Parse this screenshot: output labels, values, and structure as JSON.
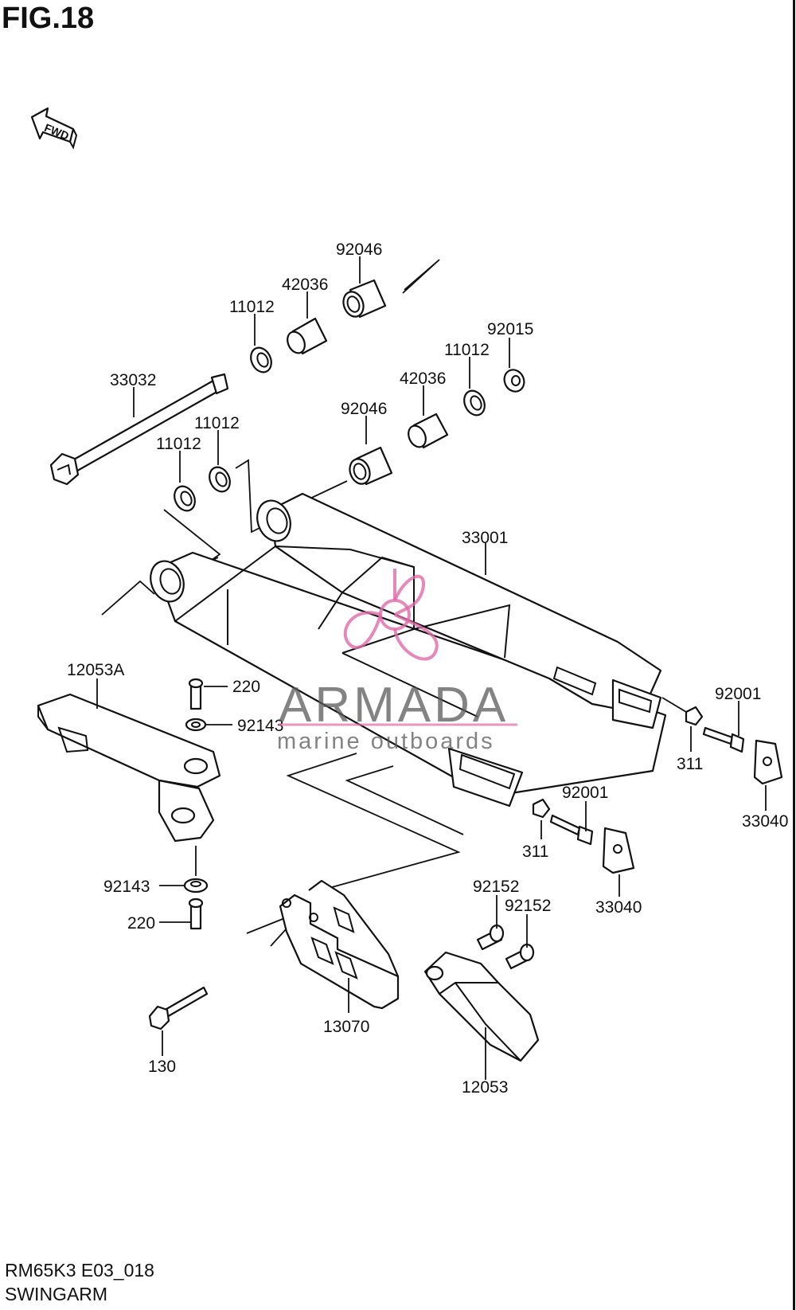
{
  "figure": {
    "title": "FIG.18",
    "code": "RM65K3 E03_018",
    "name": "SWINGARM",
    "fwd_label": "FWD"
  },
  "watermark": {
    "brand": "ARMADA",
    "tagline": "marine outboards",
    "color": "#e06aa8"
  },
  "parts": [
    {
      "id": "92046-top",
      "label": "92046"
    },
    {
      "id": "42036-top",
      "label": "42036"
    },
    {
      "id": "11012-top",
      "label": "11012"
    },
    {
      "id": "92015",
      "label": "92015"
    },
    {
      "id": "11012-mid",
      "label": "11012"
    },
    {
      "id": "42036-mid",
      "label": "42036"
    },
    {
      "id": "33032",
      "label": "33032"
    },
    {
      "id": "92046-mid",
      "label": "92046"
    },
    {
      "id": "11012-left2",
      "label": "11012"
    },
    {
      "id": "11012-left1",
      "label": "11012"
    },
    {
      "id": "33001",
      "label": "33001"
    },
    {
      "id": "12053A",
      "label": "12053A"
    },
    {
      "id": "220-top",
      "label": "220"
    },
    {
      "id": "92143-top",
      "label": "92143"
    },
    {
      "id": "92001-right",
      "label": "92001"
    },
    {
      "id": "311-right",
      "label": "311"
    },
    {
      "id": "33040-right",
      "label": "33040"
    },
    {
      "id": "92001-mid",
      "label": "92001"
    },
    {
      "id": "311-mid",
      "label": "311"
    },
    {
      "id": "33040-mid",
      "label": "33040"
    },
    {
      "id": "92143-bottom",
      "label": "92143"
    },
    {
      "id": "220-bottom",
      "label": "220"
    },
    {
      "id": "92152-a",
      "label": "92152"
    },
    {
      "id": "92152-b",
      "label": "92152"
    },
    {
      "id": "13070",
      "label": "13070"
    },
    {
      "id": "130",
      "label": "130"
    },
    {
      "id": "12053",
      "label": "12053"
    }
  ]
}
